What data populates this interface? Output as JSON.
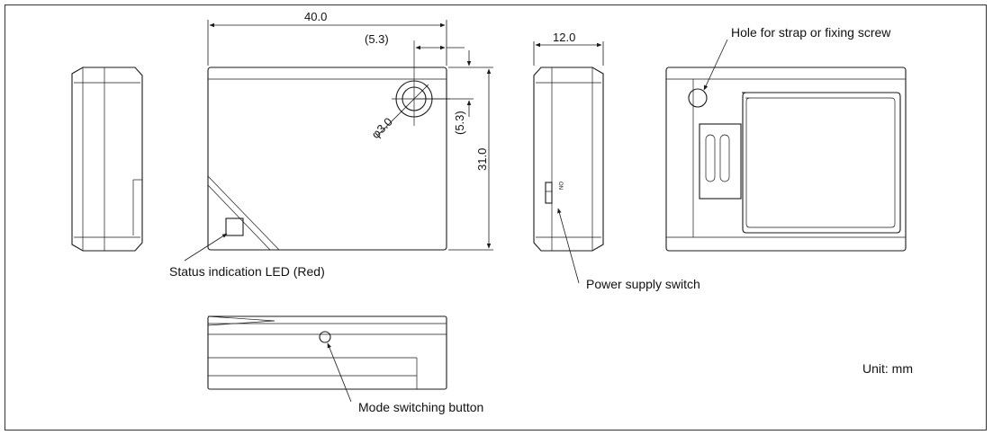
{
  "dimensions": {
    "width": "40.0",
    "hole_offset_x": "(5.3)",
    "hole_diameter": "φ3.0",
    "hole_offset_y": "(5.3)",
    "height": "31.0",
    "depth": "12.0"
  },
  "callouts": {
    "status_led": "Status indication LED (Red)",
    "power_switch": "Power supply switch",
    "hole": "Hole for strap or fixing screw",
    "mode_button": "Mode switching button"
  },
  "switch_mark": "ON",
  "unit": "Unit: mm"
}
